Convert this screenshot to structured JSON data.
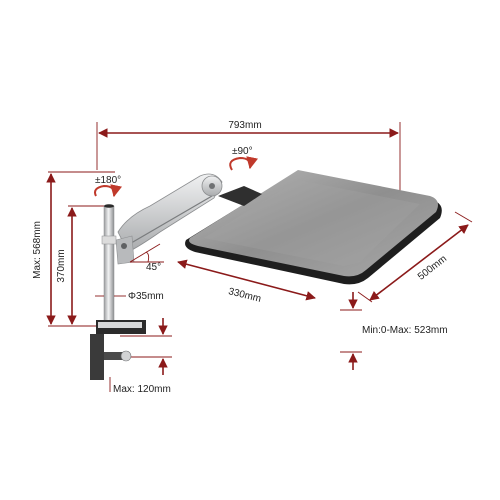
{
  "colors": {
    "dimension_line": "#8b1a1a",
    "rotation_arrow": "#c0392b",
    "tray_top": "#9a9a9a",
    "tray_edge": "#1e1e1e",
    "arm_silver": "#c8cacc",
    "clamp_dark": "#2b2b2b"
  },
  "dimensions": {
    "total_width": "793mm",
    "pole_rotation": "±180°",
    "arm_rotation": "±90°",
    "max_height": "Max: 568mm",
    "pole_height": "370mm",
    "tilt_angle": "45°",
    "pole_diameter": "Φ35mm",
    "arm_length": "330mm",
    "tray_depth": "500mm",
    "tray_height_range": "Min:0-Max: 523mm",
    "clamp_thickness": "Max: 120mm"
  }
}
